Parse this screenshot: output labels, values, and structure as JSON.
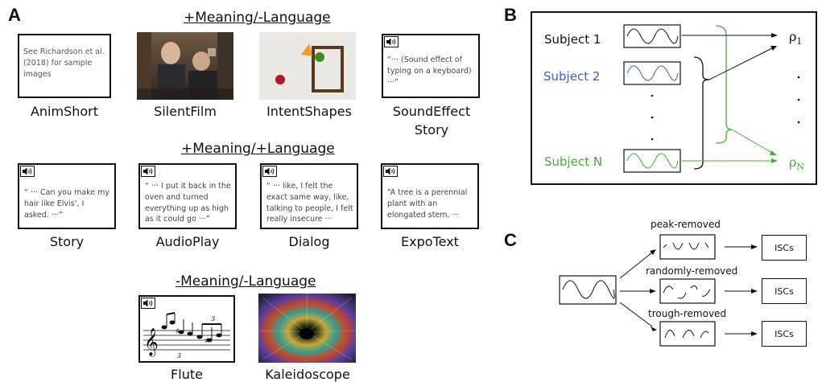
{
  "panels": {
    "a": "A",
    "b": "B",
    "c": "C"
  },
  "groups": {
    "g1": "+Meaning/-Language",
    "g2": "+Meaning/+Language",
    "g3": "-Meaning/-Language"
  },
  "conditions": {
    "animshort": {
      "label": "AnimShort",
      "text": "See Richardson et al. (2018) for sample images"
    },
    "silentfilm": {
      "label": "SilentFilm"
    },
    "intentshapes": {
      "label": "IntentShapes"
    },
    "soundeffect": {
      "label_1": "SoundEffect",
      "label_2": "Story",
      "quote": "“··· (Sound effect of typing on a keyboard) ···”"
    },
    "story": {
      "label": "Story",
      "quote": "“ ··· Can you make my hair like Elvis’, I asked. ···”"
    },
    "audioplay": {
      "label": "AudioPlay",
      "quote": "“ ··· I put it back in the oven and turned everything up as high as it could go ···”"
    },
    "dialog": {
      "label": "Dialog",
      "quote": "“ ··· like, I felt the exact same way, like, talking to people, I felt really insecure ···"
    },
    "expotext": {
      "label": "ExpoText",
      "quote": "“A tree is a perennial plant with an elongated stem, ···"
    },
    "flute": {
      "label": "Flute"
    },
    "kaleidoscope": {
      "label": "Kaleidoscope"
    }
  },
  "panel_b": {
    "subjects": [
      "Subject 1",
      "Subject 2",
      "Subject N"
    ],
    "rho_1": {
      "base": "ρ",
      "sub": "1"
    },
    "rho_n": {
      "base": "ρ",
      "sub": "N"
    },
    "colors": {
      "subject_1": "#111111",
      "subject_2": "#3b5ec9",
      "subject_n": "#4aa83c"
    }
  },
  "panel_c": {
    "labels": [
      "peak-removed",
      "randomly-removed",
      "trough-removed"
    ],
    "output": "ISCs"
  }
}
